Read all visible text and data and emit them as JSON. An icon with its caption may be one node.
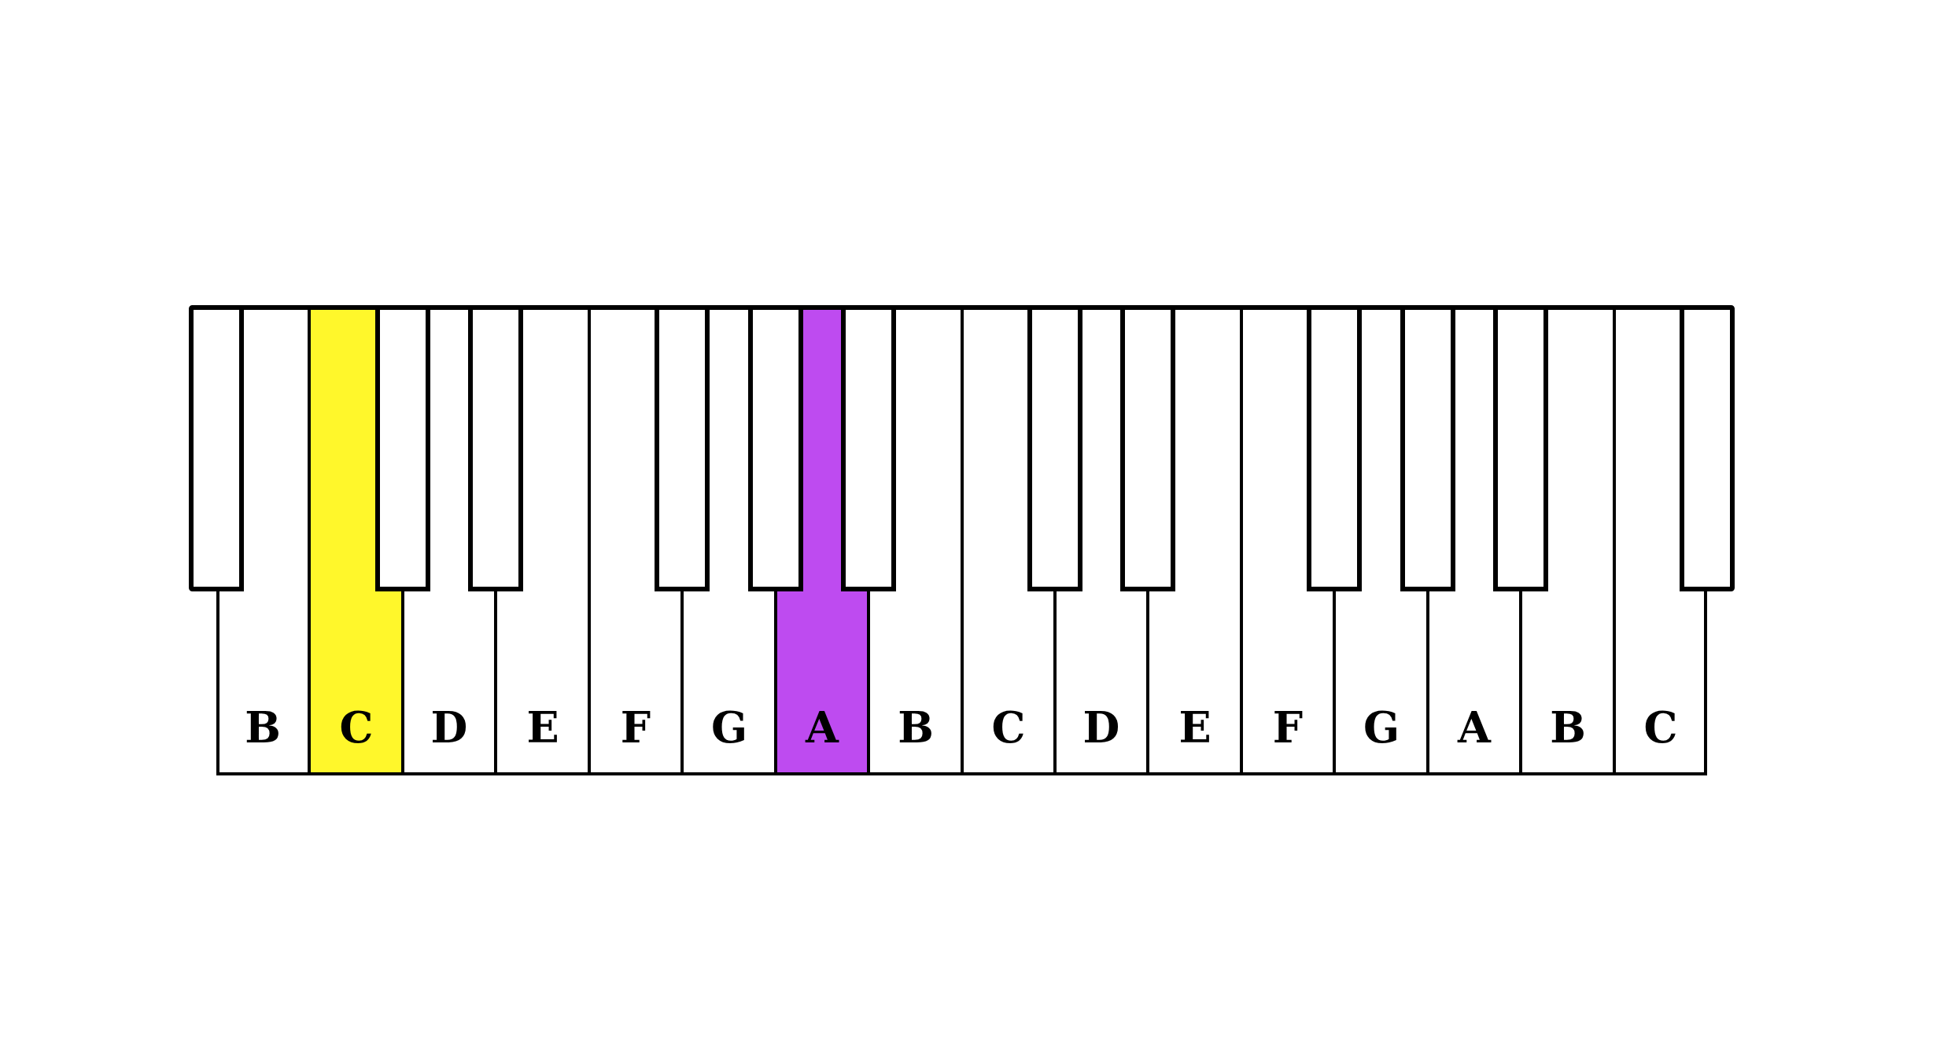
{
  "diagram": {
    "nodes": [
      {
        "text": [
          "B"
        ]
      },
      {
        "text": [
          "C"
        ]
      },
      {
        "text": [
          "D"
        ]
      },
      {
        "text": [
          "E"
        ]
      },
      {
        "text": [
          "F"
        ]
      },
      {
        "text": [
          "G"
        ]
      },
      {
        "text": [
          "A"
        ]
      },
      {
        "text": [
          "B"
        ]
      },
      {
        "text": [
          "C"
        ]
      },
      {
        "text": [
          "D"
        ]
      },
      {
        "text": [
          "E"
        ]
      },
      {
        "text": [
          "F"
        ]
      },
      {
        "text": [
          "G"
        ]
      },
      {
        "text": [
          "A"
        ]
      },
      {
        "text": [
          "B"
        ]
      },
      {
        "text": [
          "C"
        ]
      },
      {
        "text": [],
        "shape": "box"
      },
      {
        "text": [],
        "shape": "box"
      },
      {
        "text": [],
        "shape": "box"
      },
      {
        "text": [],
        "shape": "box"
      },
      {
        "text": [],
        "shape": "box"
      },
      {
        "text": [],
        "shape": "box"
      },
      {
        "text": [],
        "shape": "box"
      },
      {
        "text": [],
        "shape": "box"
      },
      {
        "text": [],
        "shape": "box"
      },
      {
        "text": [],
        "shape": "box"
      },
      {
        "text": [],
        "shape": "box"
      },
      {
        "text": [],
        "shape": "box"
      }
    ]
  }
}
